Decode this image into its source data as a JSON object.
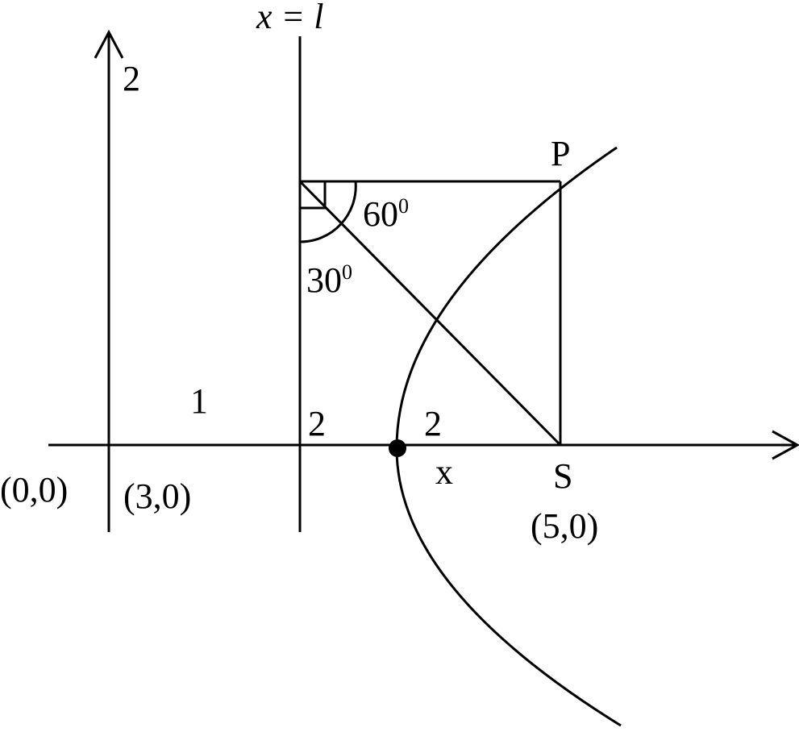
{
  "labels": {
    "directrix": "x = l",
    "y_tick": "2",
    "point_p": "P",
    "angle_60": "60",
    "angle_60_sup": "0",
    "angle_30": "30",
    "angle_30_sup": "0",
    "seg_1": "1",
    "seg_2a": "2",
    "seg_2b": "2",
    "x_label": "x",
    "point_s": "S",
    "origin": "(0,0)",
    "coord_3": "(3,0)",
    "coord_5": "(5,0)"
  },
  "colors": {
    "stroke": "#000000",
    "background": "#ffffff"
  }
}
